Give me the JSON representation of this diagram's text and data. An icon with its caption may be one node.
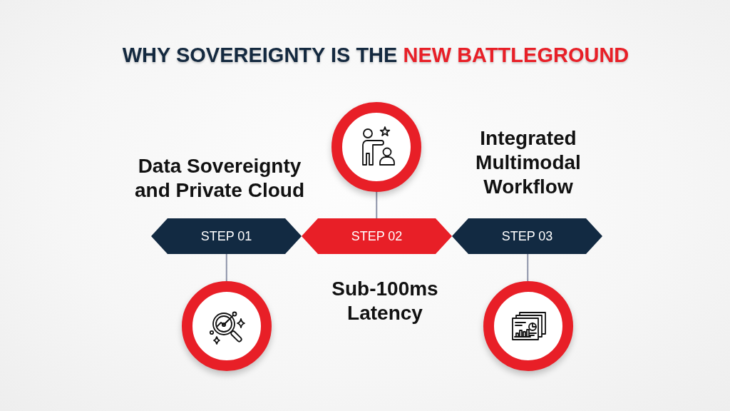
{
  "diagram": {
    "title": "WHY SOVEREIGNTY IS THE **NEW BATTLEGROUND**",
    "nodes": [
      {
        "text": [
          "STEP 01"
        ],
        "beside": [
          "Data Sovereignty and Private Cloud"
        ]
      },
      {
        "text": [
          "STEP 02"
        ],
        "beside": [
          "Sub-100ms Latency"
        ]
      },
      {
        "text": [
          "STEP 03"
        ],
        "beside": [
          "Integrated Multimodal Workflow"
        ]
      },
      {
        "text": [],
        "shape": "circle"
      },
      {
        "text": [],
        "shape": "circle"
      },
      {
        "text": [],
        "shape": "circle"
      }
    ],
    "edges": [
      {
        "from": 0,
        "to": 3,
        "arrow": "none"
      },
      {
        "from": 4,
        "to": 1,
        "arrow": "none"
      },
      {
        "from": 2,
        "to": 5,
        "arrow": "none"
      }
    ]
  }
}
